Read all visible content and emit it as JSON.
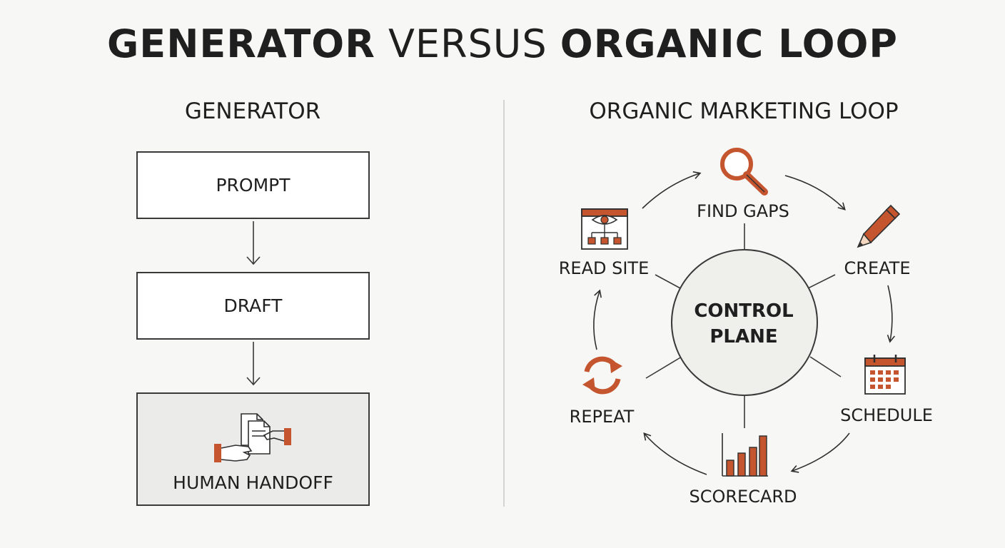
{
  "title": {
    "part1": "GENERATOR",
    "part2": "VERSUS",
    "part3": "ORGANIC LOOP"
  },
  "generator": {
    "heading": "GENERATOR",
    "steps": [
      "PROMPT",
      "DRAFT",
      "HUMAN HANDOFF"
    ]
  },
  "loop": {
    "heading": "ORGANIC MARKETING LOOP",
    "center": [
      "CONTROL",
      "PLANE"
    ],
    "nodes": {
      "find_gaps": "FIND GAPS",
      "create": "CREATE",
      "schedule": "SCHEDULE",
      "scorecard": "SCORECARD",
      "repeat": "REPEAT",
      "read_site": "READ SITE"
    }
  },
  "colors": {
    "accent": "#c4552f",
    "ink": "#2f2f2f"
  },
  "icons": {
    "find_gaps": "magnifier-icon",
    "create": "pencil-icon",
    "schedule": "calendar-icon",
    "scorecard": "bar-chart-icon",
    "repeat": "refresh-icon",
    "read_site": "eye-sitemap-icon",
    "human_handoff": "handoff-icon"
  }
}
